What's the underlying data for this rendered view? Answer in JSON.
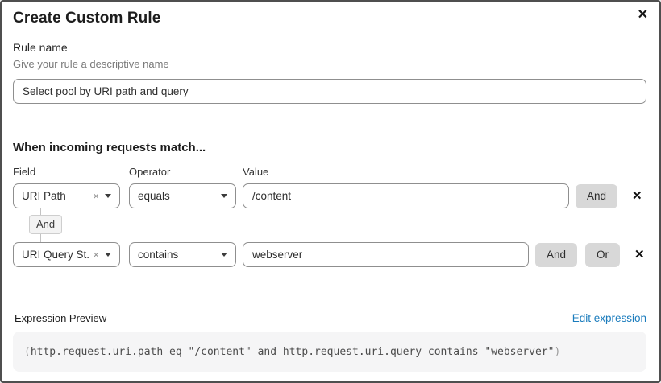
{
  "dialog": {
    "title": "Create Custom Rule"
  },
  "icons": {
    "close": "✕",
    "delete": "✕",
    "clear": "×"
  },
  "rule_name": {
    "label": "Rule name",
    "helper": "Give your rule a descriptive name",
    "value": "Select pool by URI path and query"
  },
  "match": {
    "heading": "When incoming requests match...",
    "columns": {
      "field": "Field",
      "operator": "Operator",
      "value": "Value"
    },
    "connector_label": "And",
    "rows": [
      {
        "field": "URI Path",
        "operator": "equals",
        "value": "/content",
        "and_label": "And"
      },
      {
        "field": "URI Query St...",
        "operator": "contains",
        "value": "webserver",
        "and_label": "And",
        "or_label": "Or"
      }
    ]
  },
  "expression": {
    "label": "Expression Preview",
    "edit_link": "Edit expression",
    "open_paren": "(",
    "body": "http.request.uri.path eq \"/content\" and http.request.uri.query contains \"webserver\"",
    "close_paren": ")"
  },
  "colors": {
    "link_blue": "#1b7cbd",
    "button_gray": "#d8d8d8",
    "code_background": "#f5f5f6"
  }
}
